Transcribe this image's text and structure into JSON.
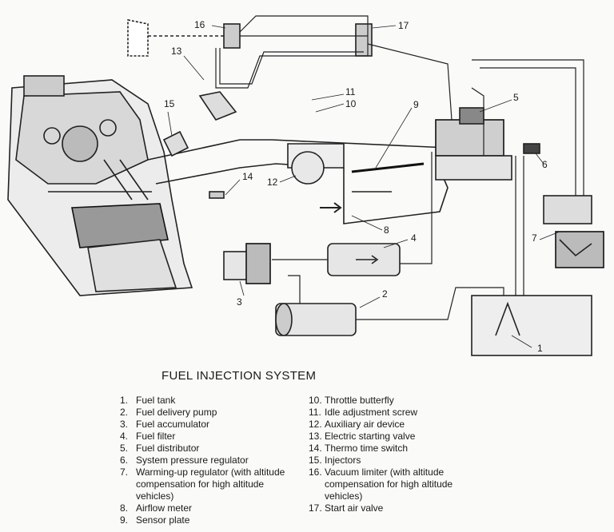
{
  "diagram": {
    "title": "FUEL INJECTION SYSTEM",
    "callouts": [
      "1",
      "2",
      "3",
      "4",
      "5",
      "6",
      "7",
      "8",
      "9",
      "10",
      "11",
      "12",
      "13",
      "14",
      "15",
      "16",
      "17"
    ],
    "legend": [
      {
        "num": "1.",
        "text": "Fuel tank"
      },
      {
        "num": "2.",
        "text": "Fuel delivery pump"
      },
      {
        "num": "3.",
        "text": "Fuel accumulator"
      },
      {
        "num": "4.",
        "text": "Fuel filter"
      },
      {
        "num": "5.",
        "text": "Fuel distributor"
      },
      {
        "num": "6.",
        "text": "System pressure regulator"
      },
      {
        "num": "7.",
        "text": "Warming-up regulator (with altitude compensation for high altitude vehicles)"
      },
      {
        "num": "8.",
        "text": "Airflow meter"
      },
      {
        "num": "9.",
        "text": "Sensor plate"
      },
      {
        "num": "10.",
        "text": "Throttle butterfly"
      },
      {
        "num": "11.",
        "text": "Idle adjustment screw"
      },
      {
        "num": "12.",
        "text": "Auxiliary air device"
      },
      {
        "num": "13.",
        "text": "Electric starting valve"
      },
      {
        "num": "14.",
        "text": "Thermo time switch"
      },
      {
        "num": "15.",
        "text": "Injectors"
      },
      {
        "num": "16.",
        "text": "Vacuum limiter (with altitude compensation for high altitude vehicles)"
      },
      {
        "num": "17.",
        "text": "Start air valve"
      }
    ]
  }
}
